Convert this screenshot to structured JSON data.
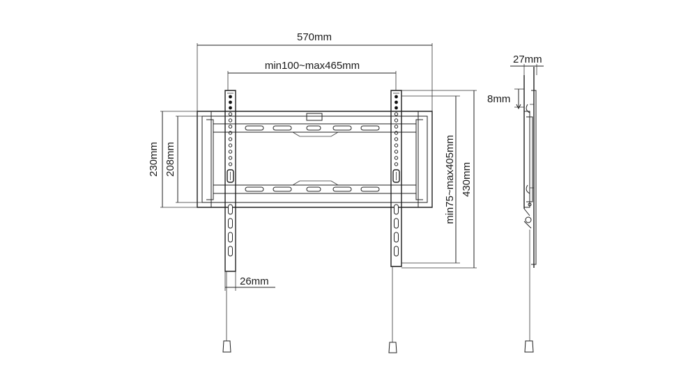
{
  "dimensions": {
    "overall_width": "570mm",
    "vesa_horizontal": "min100~max465mm",
    "bracket_height_outer": "230mm",
    "bracket_height_inner": "208mm",
    "arm_width": "26mm",
    "vesa_vertical": "min75~max405mm",
    "arm_height": "430mm",
    "profile_depth": "27mm",
    "tilt_offset": "8mm"
  }
}
